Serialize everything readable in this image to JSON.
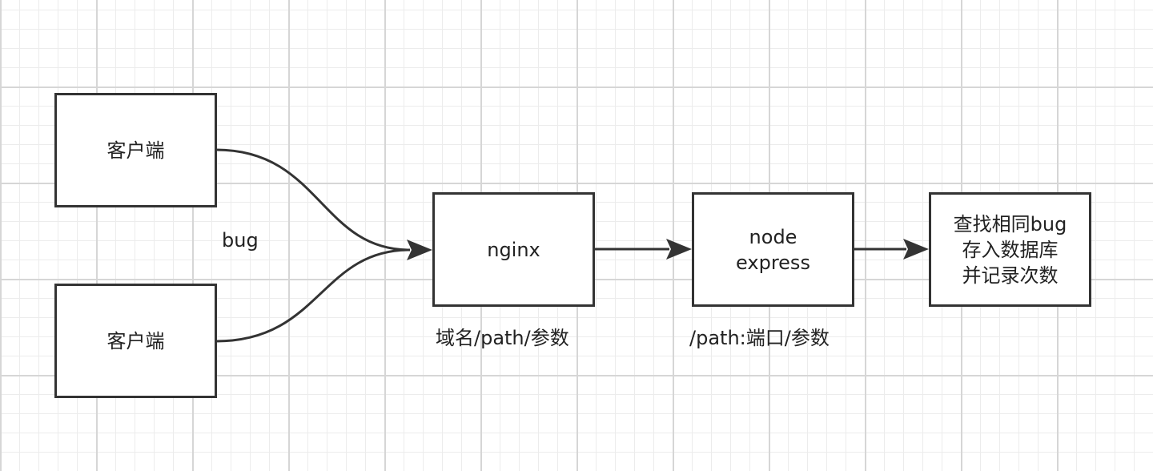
{
  "nodes": {
    "client_top": "客户端",
    "client_bottom": "客户端",
    "nginx": "nginx",
    "node_express": "node\nexpress",
    "bug_store": "查找相同bug\n存入数据库\n并记录次数"
  },
  "labels": {
    "bug": "bug",
    "nginx_route": "域名/path/参数",
    "node_route": "/path:端口/参数"
  },
  "colors": {
    "stroke": "#333333",
    "grid_major": "#d6d6d6",
    "grid_minor": "#ececec",
    "background": "#ffffff"
  },
  "edges": [
    {
      "from": "client_top",
      "to": "nginx"
    },
    {
      "from": "client_bottom",
      "to": "nginx"
    },
    {
      "from": "nginx",
      "to": "node_express"
    },
    {
      "from": "node_express",
      "to": "bug_store"
    }
  ]
}
